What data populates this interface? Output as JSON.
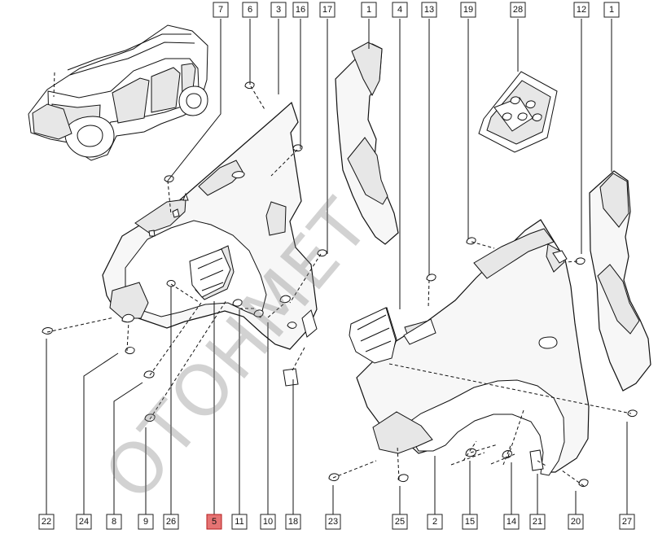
{
  "diagram": {
    "watermark": "OTOHMET",
    "highlighted_callout": "5",
    "callouts": [
      "7",
      "6",
      "3",
      "16",
      "17",
      "1",
      "4",
      "13",
      "19",
      "28",
      "12",
      "1",
      "22",
      "24",
      "8",
      "9",
      "26",
      "5",
      "11",
      "10",
      "18",
      "23",
      "25",
      "2",
      "15",
      "14",
      "21",
      "20",
      "27"
    ],
    "colors": {
      "line": "#111111",
      "highlight": "#e57373",
      "watermark": "#7a7a7a"
    }
  }
}
